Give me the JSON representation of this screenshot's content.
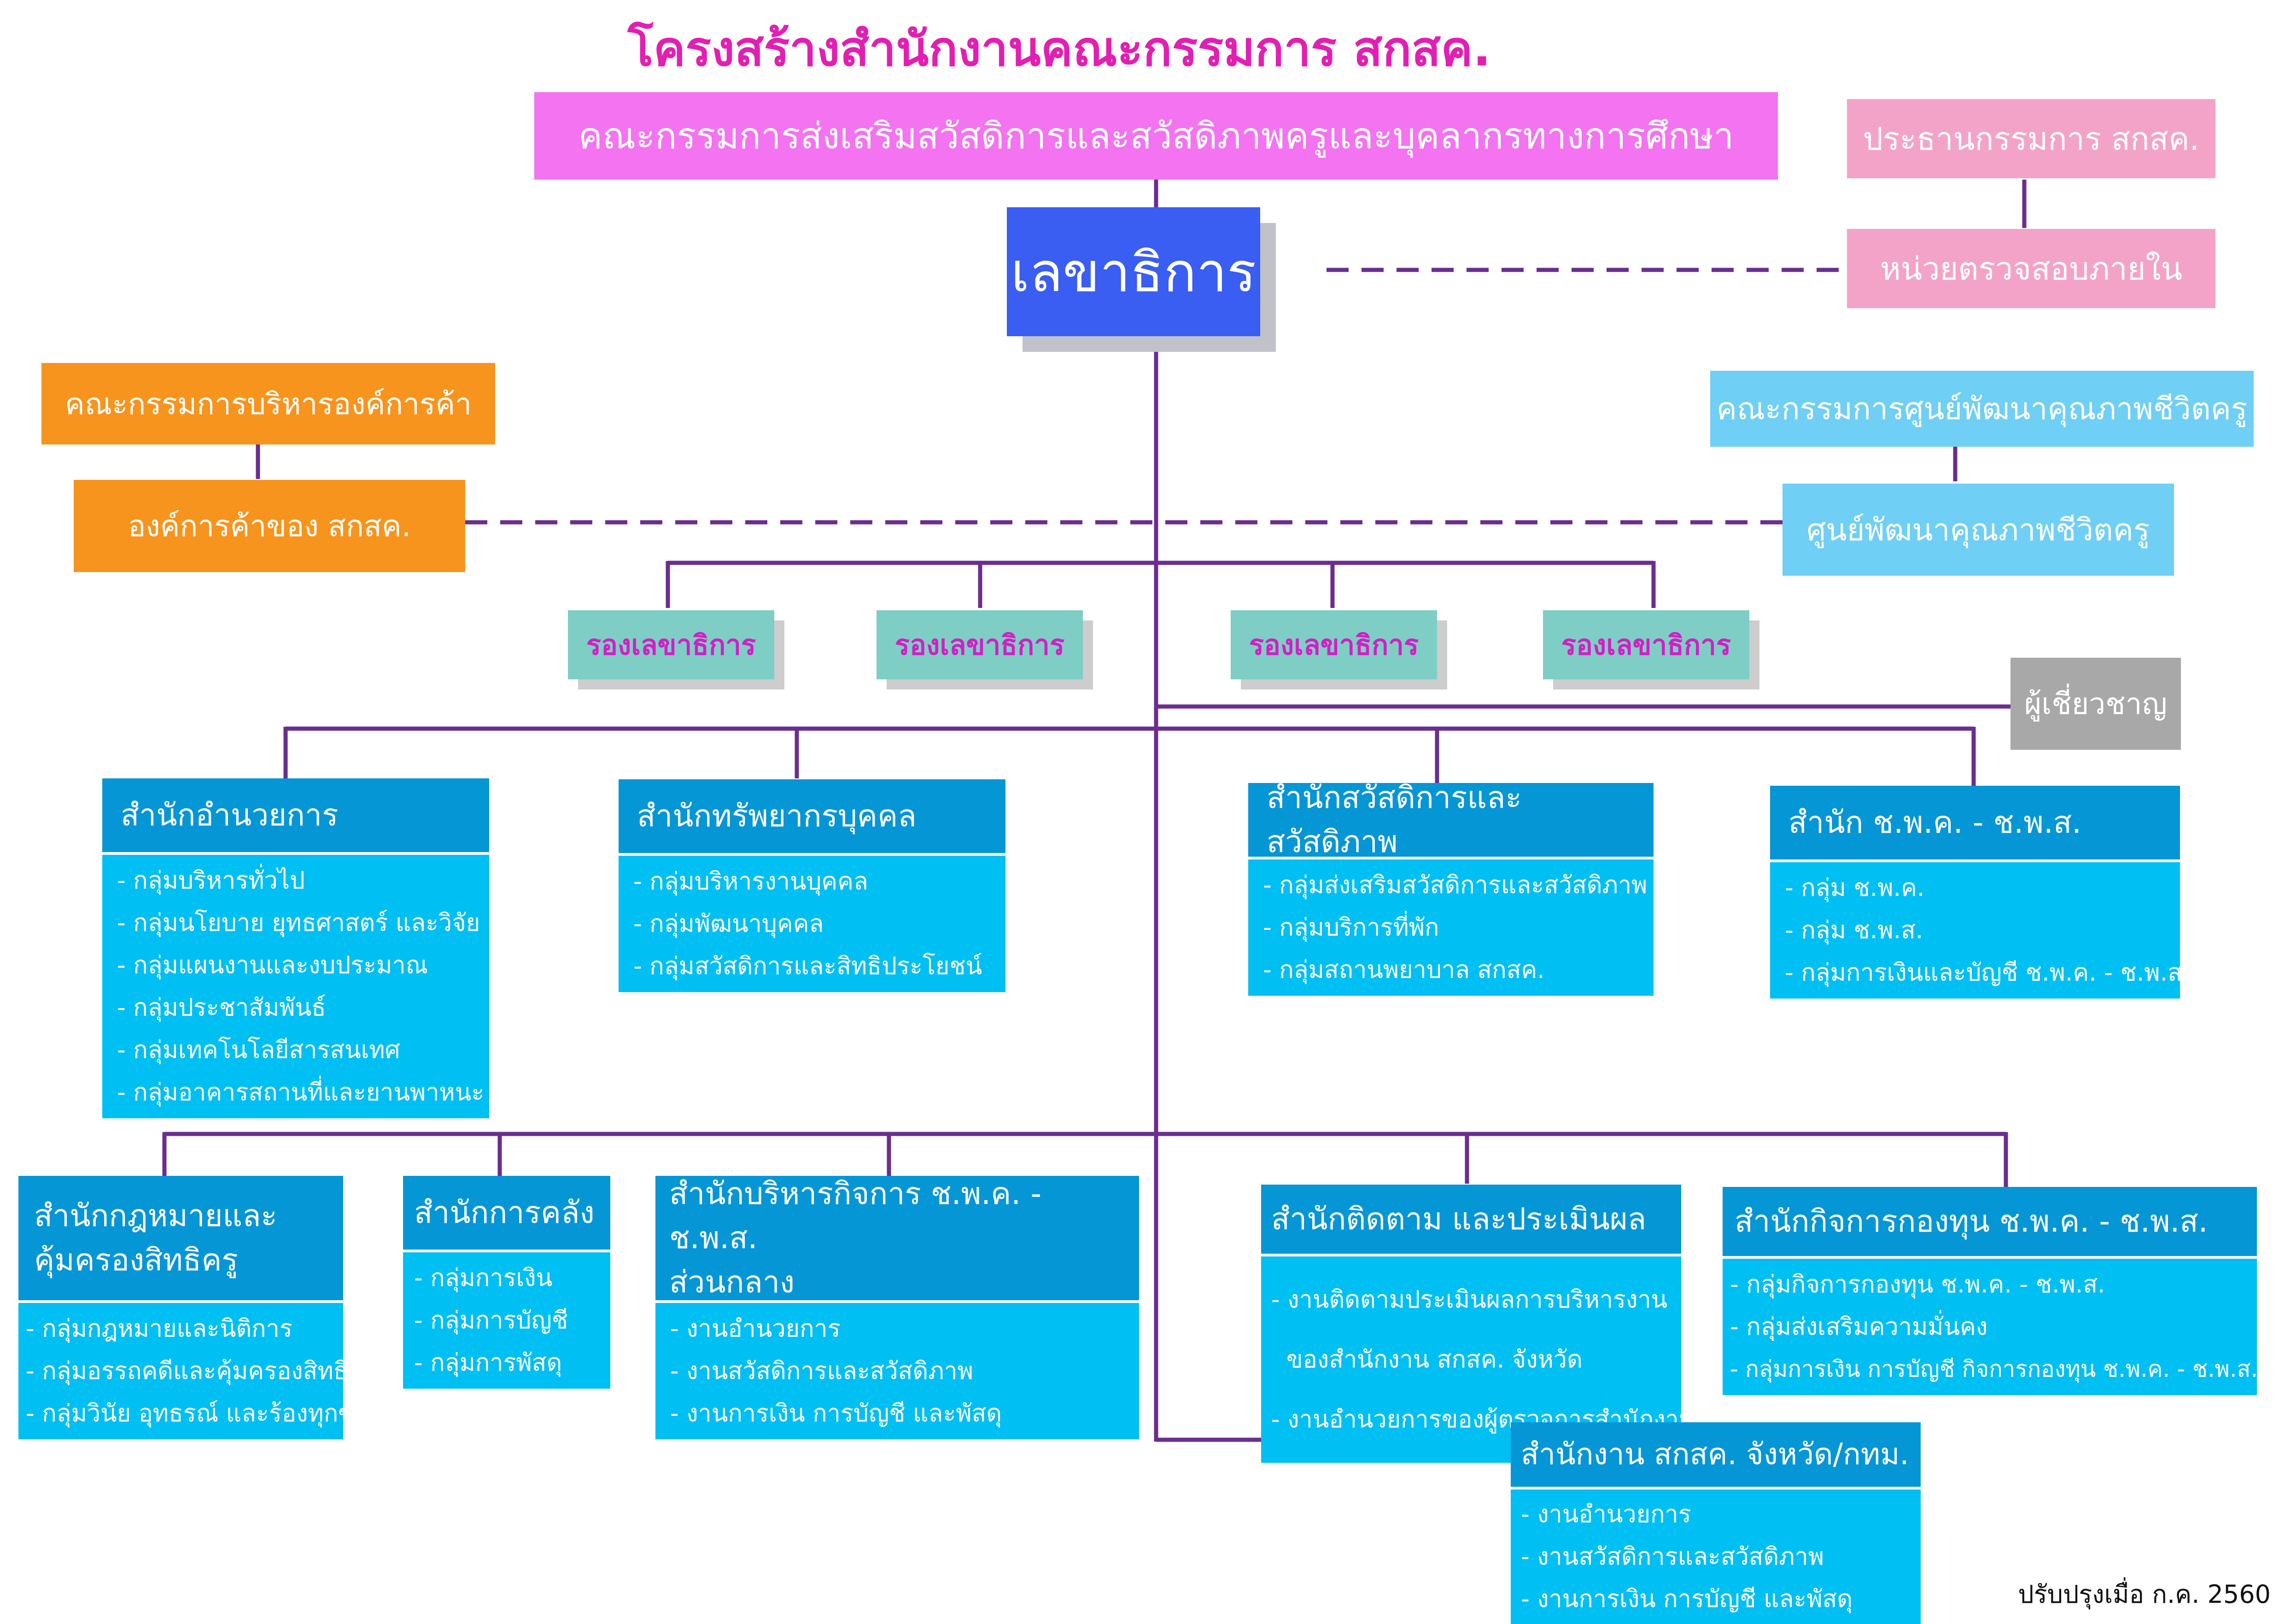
{
  "page": {
    "title": "โครงสร้างสำนักงานคณะกรรมการ สกสค.",
    "updated": "ปรับปรุงเมื่อ ก.ค. 2560"
  },
  "top": {
    "board": "คณะกรรมการส่งเสริมสวัสดิการและสวัสดิภาพครูและบุคลากรทางการศึกษา",
    "secretary": "เลขาธิการ",
    "chairman": "ประธานกรรมการ สกสค.",
    "audit": "หน่วยตรวจสอบภายใน",
    "trade_board": "คณะกรรมการบริหารองค์การค้า",
    "trade_org": "องค์การค้าของ สกสค.",
    "center_board": "คณะกรรมการศูนย์พัฒนาคุณภาพชีวิตครู",
    "center": "ศูนย์พัฒนาคุณภาพชีวิตครู",
    "deputies": [
      "รองเลขาธิการ",
      "รองเลขาธิการ",
      "รองเลขาธิการ",
      "รองเลขาธิการ"
    ],
    "expert": "ผู้เชี่ยวชาญ"
  },
  "offices_row1": [
    {
      "title": "สำนักอำนวยการ",
      "items": [
        "- กลุ่มบริหารทั่วไป",
        "- กลุ่มนโยบาย ยุทธศาสตร์ และวิจัย",
        "- กลุ่มแผนงานและงบประมาณ",
        "- กลุ่มประชาสัมพันธ์",
        "- กลุ่มเทคโนโลยีสารสนเทศ",
        "- กลุ่มอาคารสถานที่และยานพาหนะ"
      ]
    },
    {
      "title": "สำนักทรัพยากรบุคคล",
      "items": [
        "- กลุ่มบริหารงานบุคคล",
        "- กลุ่มพัฒนาบุคคล",
        "- กลุ่มสวัสดิการและสิทธิประโยชน์"
      ]
    },
    {
      "title": "สำนักสวัสดิการและสวัสดิภาพ",
      "items": [
        "- กลุ่มส่งเสริมสวัสดิการและสวัสดิภาพ",
        "- กลุ่มบริการที่พัก",
        "- กลุ่มสถานพยาบาล สกสค."
      ]
    },
    {
      "title": "สำนัก ช.พ.ค. - ช.พ.ส.",
      "items": [
        "- กลุ่ม ช.พ.ค.",
        "- กลุ่ม ช.พ.ส.",
        "- กลุ่มการเงินและบัญชี ช.พ.ค. - ช.พ.ส."
      ]
    }
  ],
  "offices_row2": [
    {
      "title_lines": [
        "สำนักกฎหมายและ",
        "คุ้มครองสิทธิครู"
      ],
      "items": [
        "- กลุ่มกฎหมายและนิติการ",
        "- กลุ่มอรรถคดีและคุ้มครองสิทธิ",
        "- กลุ่มวินัย อุทธรณ์ และร้องทุกข์"
      ]
    },
    {
      "title_lines": [
        "สำนักการคลัง"
      ],
      "items": [
        "- กลุ่มการเงิน",
        "- กลุ่มการบัญชี",
        "- กลุ่มการพัสดุ"
      ]
    },
    {
      "title_lines": [
        "สำนักบริหารกิจการ ช.พ.ค. - ช.พ.ส.",
        "ส่วนกลาง"
      ],
      "items": [
        "- งานอำนวยการ",
        "- งานสวัสดิการและสวัสดิภาพ",
        "- งานการเงิน การบัญชี และพัสดุ"
      ]
    },
    {
      "title_lines": [
        "สำนักติดตาม และประเมินผล"
      ],
      "items": [
        "- งานติดตามประเมินผลการบริหารงาน",
        "  ของสำนักงาน สกสค. จังหวัด",
        "- งานอำนวยการของผู้ตรวจการสำนักงาน"
      ]
    },
    {
      "title_lines": [
        "สำนักกิจการกองทุน ช.พ.ค. - ช.พ.ส."
      ],
      "items": [
        "- กลุ่มกิจการกองทุน ช.พ.ค. - ช.พ.ส.",
        "- กลุ่มส่งเสริมความมั่นคง",
        "- กลุ่มการเงิน การบัญชี กิจการกองทุน ช.พ.ค. - ช.พ.ส."
      ]
    }
  ],
  "province_office": {
    "title": "สำนักงาน สกสค. จังหวัด/กทม.",
    "items": [
      "- งานอำนวยการ",
      "- งานสวัสดิการและสวัสดิภาพ",
      "- งานการเงิน การบัญชี และพัสดุ"
    ]
  },
  "colors": {
    "connector": "#6a2e8f",
    "title": "#e21fb2",
    "board": "#f373f0",
    "secretary": "#3a5df2",
    "office_header": "#0596d6",
    "office_body": "#00bff2",
    "deputy": "#7ecec5",
    "orange": "#f7941d",
    "sky": "#6fcff4",
    "pink": "#f4a3c8",
    "expert": "#a8a8a8"
  }
}
